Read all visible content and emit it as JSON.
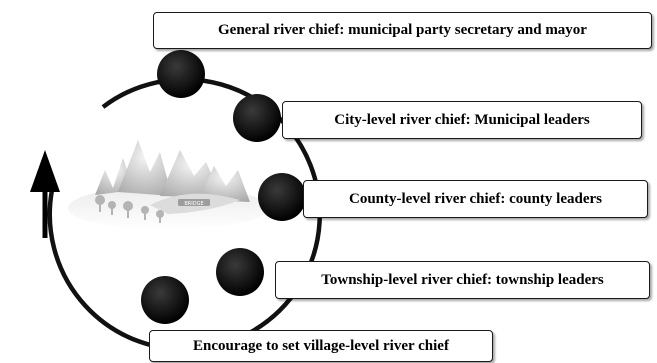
{
  "labels": {
    "general": "General river chief: municipal party secretary and mayor",
    "city": "City-level river chief: Municipal leaders",
    "county": "County-level river chief: county leaders",
    "township": "Township-level river chief: township leaders",
    "village": "Encourage to set  village-level river chief"
  },
  "illustration": {
    "scene": "river-landscape-illustration",
    "bridge_text": "BRIDGE"
  },
  "colors": {
    "ring": "#111111",
    "node": "#000000",
    "arrow": "#000000",
    "box_border": "#1a1a1a",
    "scenery_gray": "#9a9a9a"
  }
}
